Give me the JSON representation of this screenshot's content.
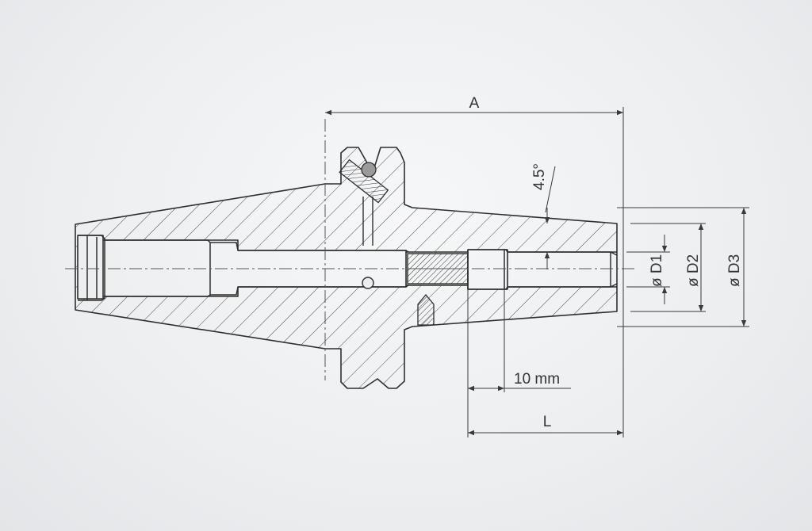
{
  "labels": {
    "dim_a": "A",
    "angle": "4.5°",
    "d1": "ø D1",
    "d2": "ø D2",
    "d3": "ø D3",
    "step": "10 mm",
    "dim_l": "L"
  },
  "colors": {
    "outline": "#2f2f2f",
    "hatch": "#4a4a4a",
    "dimension": "#3a3a3a",
    "ball": "#9a9a9a"
  }
}
